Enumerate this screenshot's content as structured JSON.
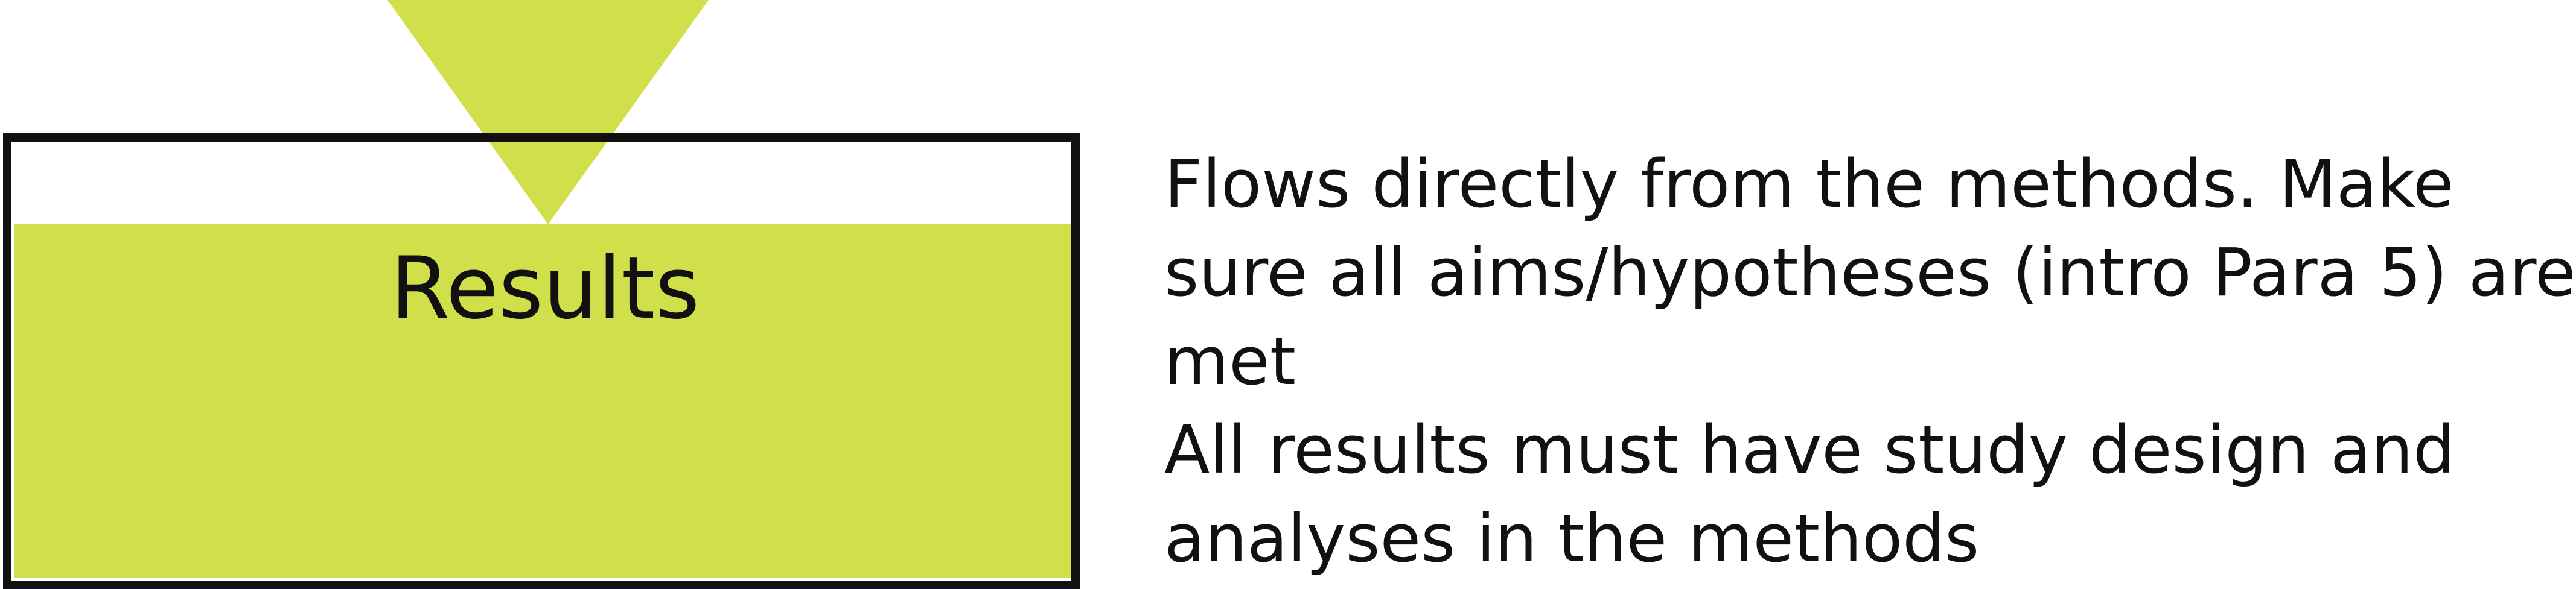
{
  "diagram": {
    "box_label": "Results",
    "fill_color": "#d1df4a",
    "stroke_color": "#111111",
    "description_lines": [
      "Flows directly from the methods. Make",
      "sure all aims/hypotheses (intro Para 5) are",
      "met",
      "All results must have study design and",
      "analyses in the methods"
    ]
  }
}
